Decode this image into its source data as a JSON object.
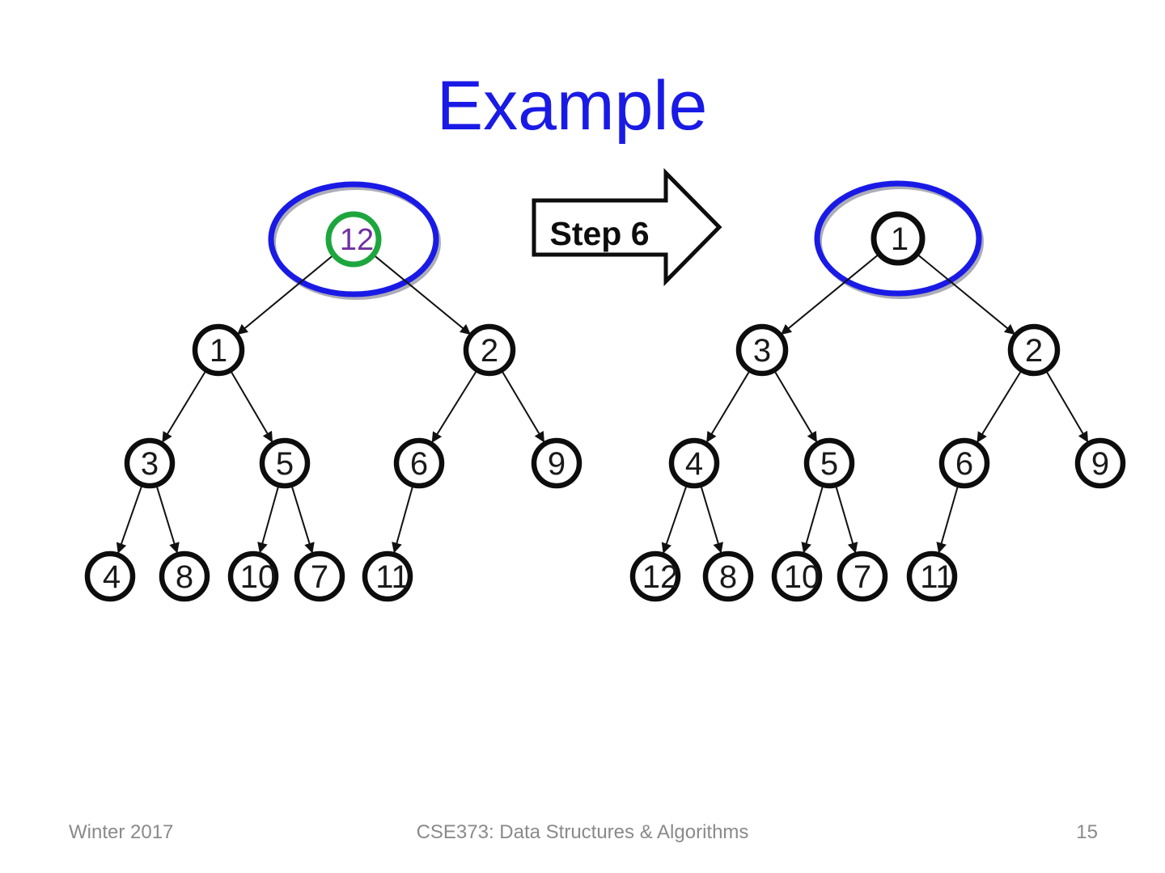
{
  "slide": {
    "title": "Example",
    "arrow_label": "Step 6",
    "footer": {
      "term": "Winter 2017",
      "course": "CSE373: Data Structures & Algorithms",
      "page": "15"
    }
  },
  "colors": {
    "title_blue": "#1a1ae6",
    "highlight_ellipse_blue": "#1a1ae6",
    "highlight_ellipse_shadow_gray": "#adadb8",
    "root_ring_green": "#1ea63e",
    "root_text_purple": "#7030a0",
    "node_stroke_black": "#0d0d0d",
    "edge_black": "#111111",
    "footer_gray": "#8a8a8a"
  },
  "tree_before": {
    "description": "heap before step, root 12 circled in green inside blue ellipse",
    "nodes": {
      "root": "12",
      "l": "1",
      "r": "2",
      "ll": "3",
      "lr": "5",
      "rl": "6",
      "rr": "9",
      "lll": "4",
      "llr": "8",
      "lrl": "10",
      "lrr": "7",
      "rll": "11"
    }
  },
  "tree_after": {
    "description": "heap after step, root 1 inside blue ellipse",
    "nodes": {
      "root": "1",
      "l": "3",
      "r": "2",
      "ll": "4",
      "lr": "5",
      "rl": "6",
      "rr": "9",
      "lll": "12",
      "llr": "8",
      "lrl": "10",
      "lrr": "7",
      "rll": "11"
    }
  }
}
